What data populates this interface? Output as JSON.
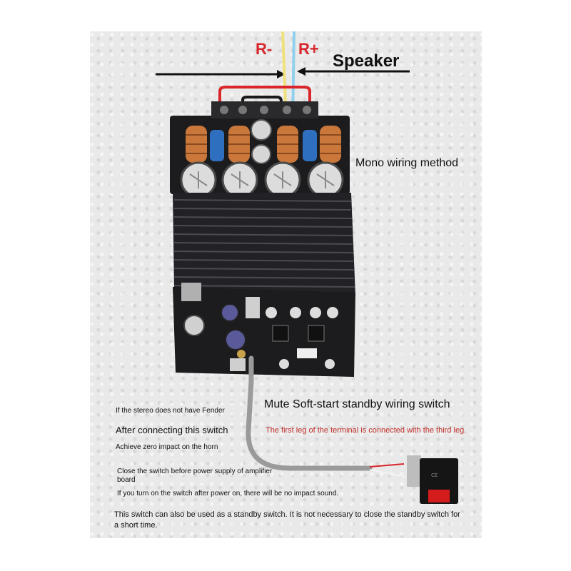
{
  "labels": {
    "r_minus": "R-",
    "r_plus": "R+",
    "speaker": "Speaker",
    "mono": "Mono wiring method",
    "mute": "Mute Soft-start standby wiring switch",
    "first_leg": "The first leg of the terminal is connected with the third leg.",
    "stereo_no_fender": "If the stereo does not have Fender",
    "after_connecting": "After connecting this switch",
    "zero_impact": "Achieve zero impact on the horn",
    "close_switch": "Close the switch before power supply of amplifier board",
    "turn_on_after": "If you turn on the switch after power on, there will be no impact sound.",
    "standby_note": "This switch can also be used as a standby switch. It is not necessary to close the standby switch for a short time."
  },
  "colors": {
    "board": "#1c1c1e",
    "heatsink": "#222226",
    "wire_red": "#d8262b",
    "wire_yellow": "#f0e27a",
    "wire_blue": "#8fd0ec",
    "cable_gray": "#9a9a9a",
    "coil_copper": "#c9773a",
    "capacitor_blue": "#2f6fc0",
    "switch_red": "#d41c1c"
  }
}
